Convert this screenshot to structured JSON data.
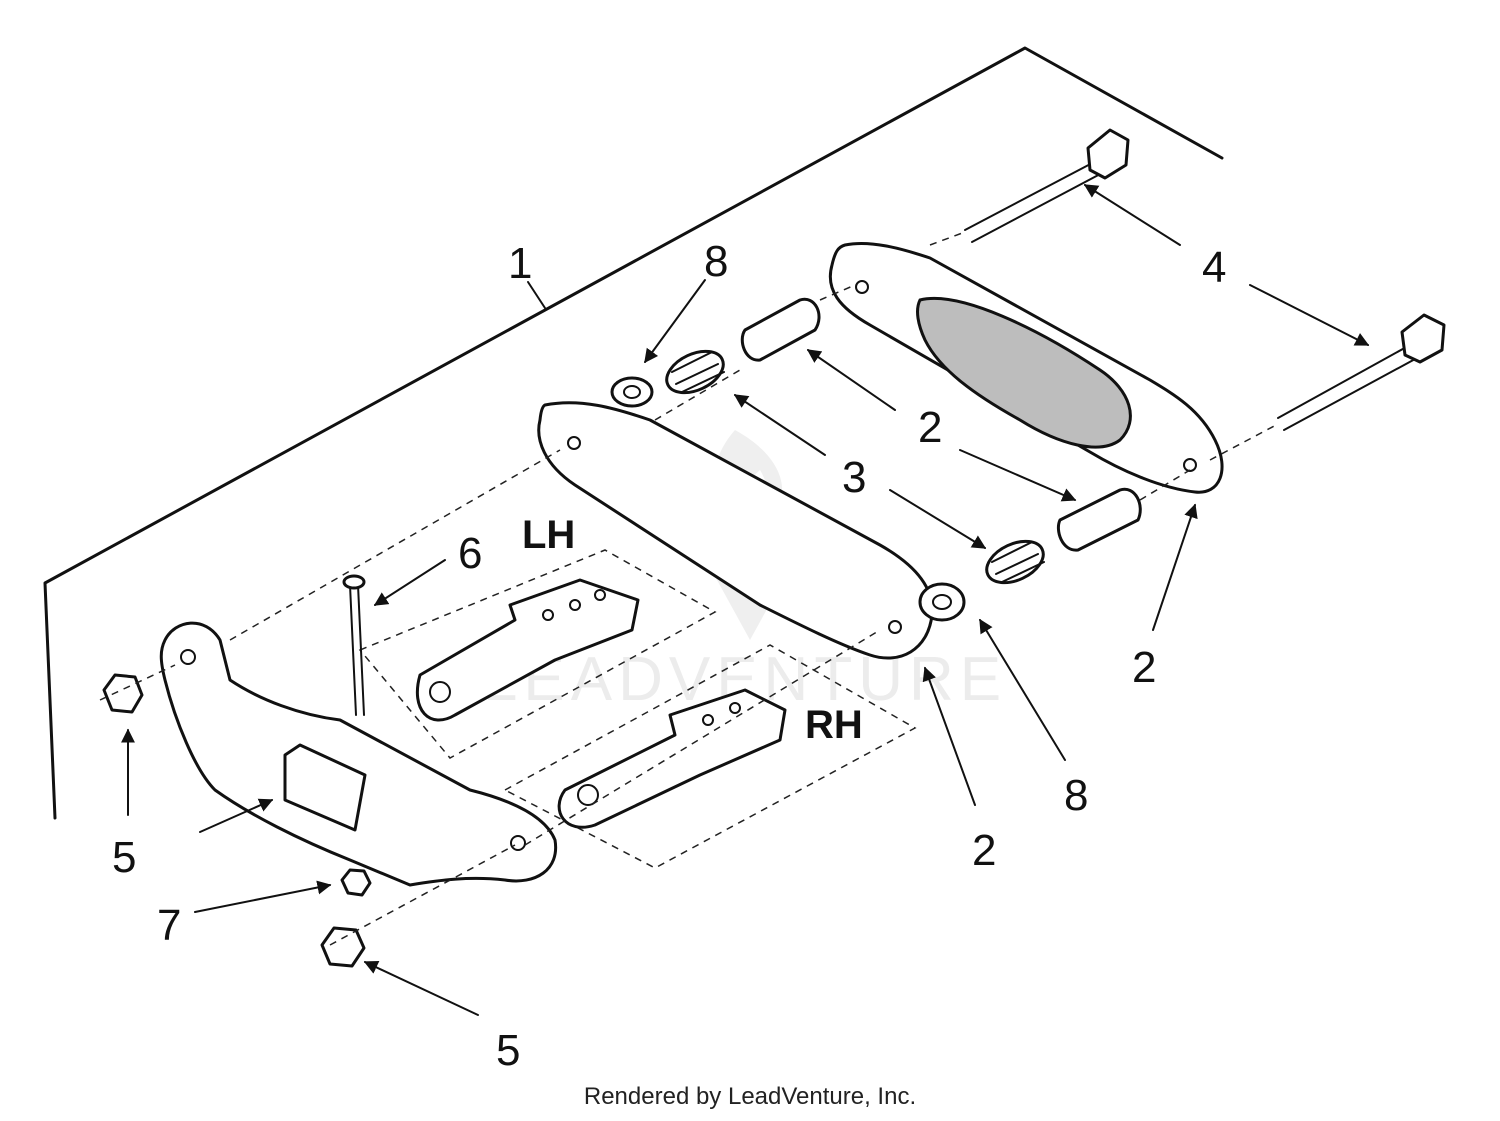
{
  "callouts": [
    {
      "label": "1"
    },
    {
      "label": "8"
    },
    {
      "label": "4"
    },
    {
      "label": "2"
    },
    {
      "label": "3"
    },
    {
      "label": "6"
    },
    {
      "label": "2"
    },
    {
      "label": "5"
    },
    {
      "label": "2"
    },
    {
      "label": "8"
    },
    {
      "label": "7"
    },
    {
      "label": "5"
    }
  ],
  "side_labels": {
    "left": "LH",
    "right": "RH"
  },
  "watermark": "LEADVENTURE",
  "footer": "Rendered by LeadVenture, Inc."
}
